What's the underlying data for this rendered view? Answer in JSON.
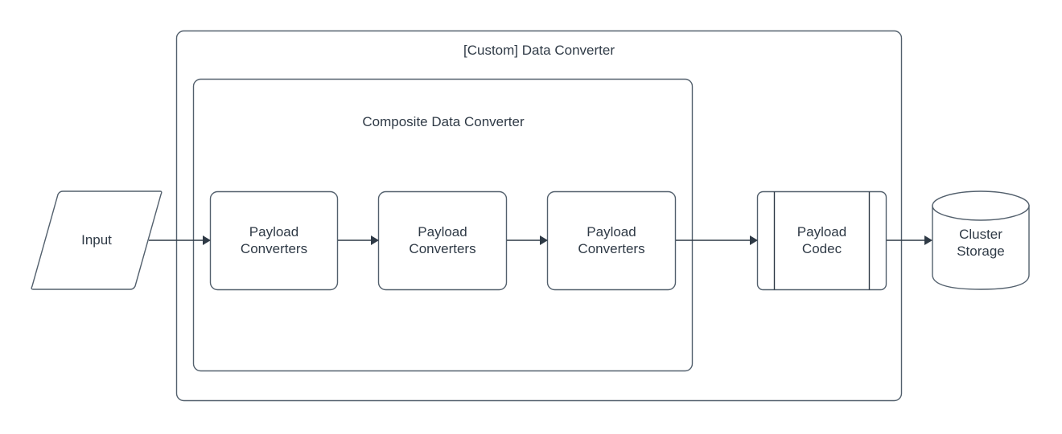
{
  "diagram": {
    "type": "flow-diagram",
    "background_color": "#ffffff",
    "stroke_color": "#53606d",
    "text_color": "#2f3a46",
    "arrow_color": "#2f3a46",
    "containers": [
      {
        "id": "custom-data-converter",
        "title": "[Custom] Data Converter",
        "shape": "rounded-rectangle"
      },
      {
        "id": "composite-data-converter",
        "title": "Composite Data Converter",
        "shape": "rounded-rectangle"
      }
    ],
    "nodes": [
      {
        "id": "input",
        "label": "Input",
        "shape": "parallelogram"
      },
      {
        "id": "payload-converters-1",
        "label": "Payload\nConverters",
        "shape": "rounded-rectangle"
      },
      {
        "id": "payload-converters-2",
        "label": "Payload\nConverters",
        "shape": "rounded-rectangle"
      },
      {
        "id": "payload-converters-3",
        "label": "Payload\nConverters",
        "shape": "rounded-rectangle"
      },
      {
        "id": "payload-codec",
        "label": "Payload\nCodec",
        "shape": "process"
      },
      {
        "id": "cluster-storage",
        "label": "Cluster\nStorage",
        "shape": "cylinder"
      }
    ],
    "edges": [
      {
        "from": "input",
        "to": "payload-converters-1"
      },
      {
        "from": "payload-converters-1",
        "to": "payload-converters-2"
      },
      {
        "from": "payload-converters-2",
        "to": "payload-converters-3"
      },
      {
        "from": "payload-converters-3",
        "to": "payload-codec"
      },
      {
        "from": "payload-codec",
        "to": "cluster-storage"
      }
    ]
  }
}
